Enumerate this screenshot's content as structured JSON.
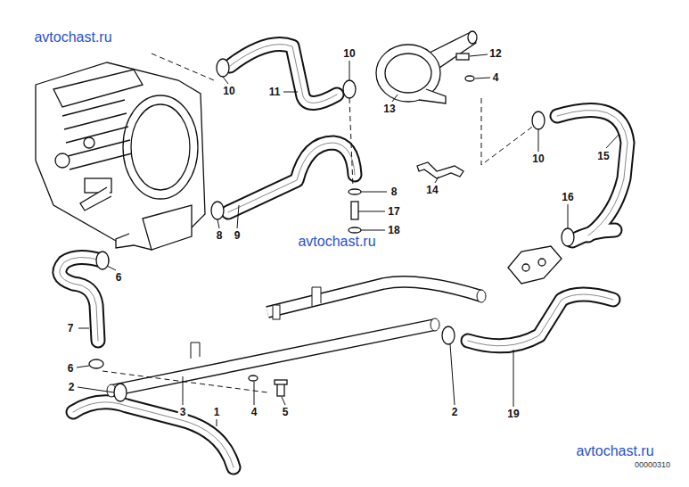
{
  "diagram": {
    "labels": [
      "avtochast.ru",
      "10",
      "11",
      "10",
      "12",
      "4",
      "13",
      "14",
      "10",
      "15",
      "16",
      "8",
      "9",
      "8",
      "17",
      "18",
      "avtochast.ru",
      "6",
      "7",
      "6",
      "2",
      "3",
      "4",
      "5",
      "2",
      "19",
      "1",
      "avtochast.ru",
      "00000310"
    ]
  }
}
